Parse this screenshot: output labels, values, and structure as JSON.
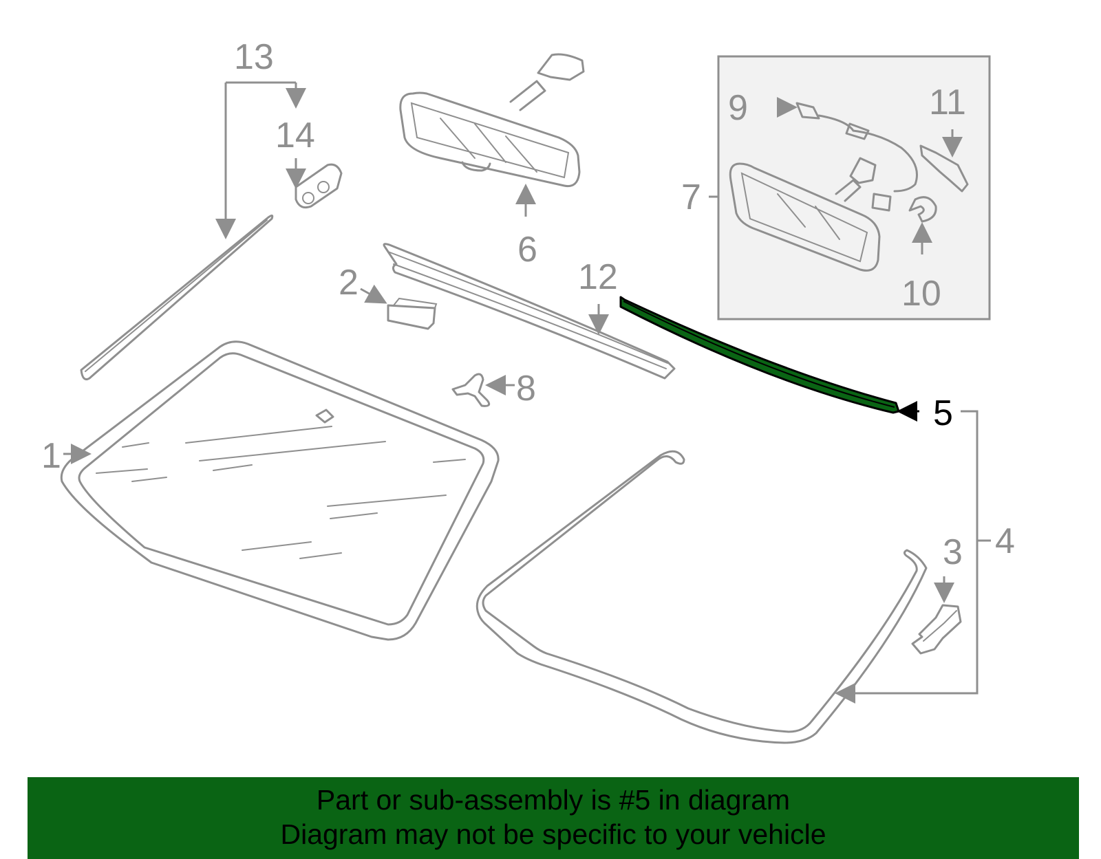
{
  "callouts": {
    "c1": "1",
    "c2": "2",
    "c3": "3",
    "c4": "4",
    "c5": "5",
    "c6": "6",
    "c7": "7",
    "c8": "8",
    "c9": "9",
    "c10": "10",
    "c11": "11",
    "c12": "12",
    "c13": "13",
    "c14": "14"
  },
  "highlight": {
    "part_number": "5",
    "color": "#0a6414"
  },
  "colors": {
    "line": "#8f8f8f",
    "inset_bg": "#f2f2f2",
    "banner_bg": "#0a6414"
  },
  "banner": {
    "line1": "Part or sub-assembly is #5 in diagram",
    "line2": "Diagram may not be specific to your vehicle"
  }
}
